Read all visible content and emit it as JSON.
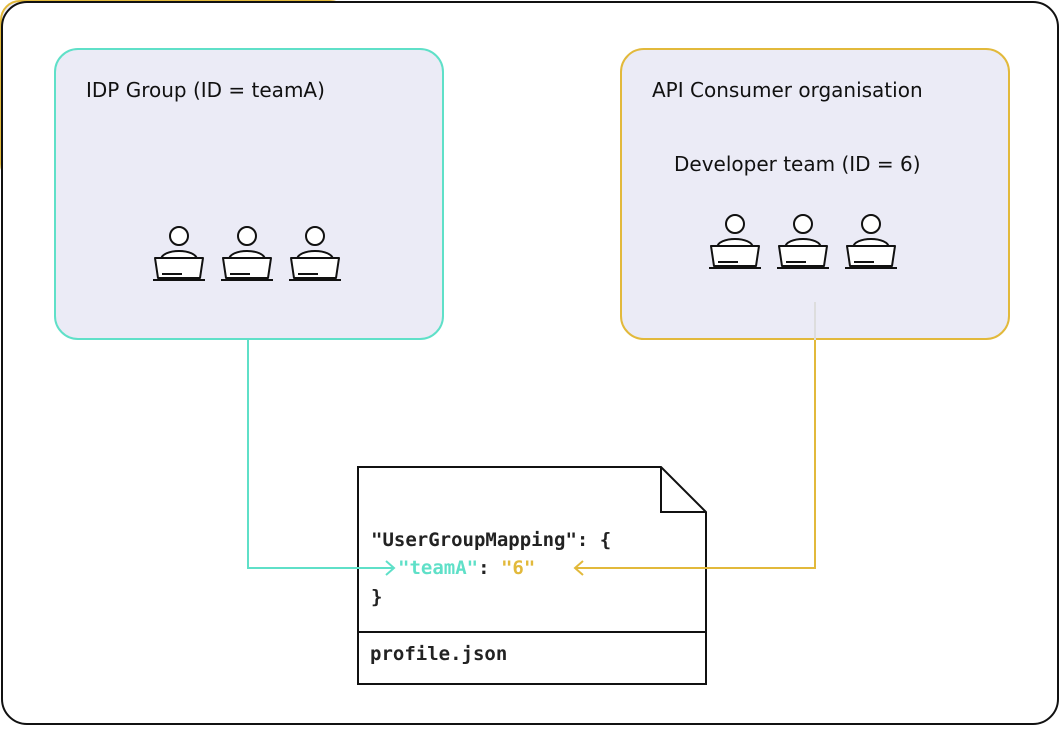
{
  "idp_group": {
    "title": "IDP Group (ID = teamA)",
    "member_count": 3
  },
  "api_consumer_org": {
    "title": "API Consumer organisation",
    "developer_team": {
      "title": "Developer team (ID = 6)",
      "member_count": 3
    }
  },
  "profile_file": {
    "line1": "\"UserGroupMapping\": {",
    "key": "\"teamA\"",
    "separator": ": ",
    "value": "\"6\"",
    "line3": "}",
    "filename": "profile.json"
  },
  "colors": {
    "idp_accent": "#5fe0c8",
    "org_accent": "#e2b93b",
    "box_fill": "#ebebf6"
  },
  "icons": {
    "member": "person-at-laptop-icon"
  }
}
